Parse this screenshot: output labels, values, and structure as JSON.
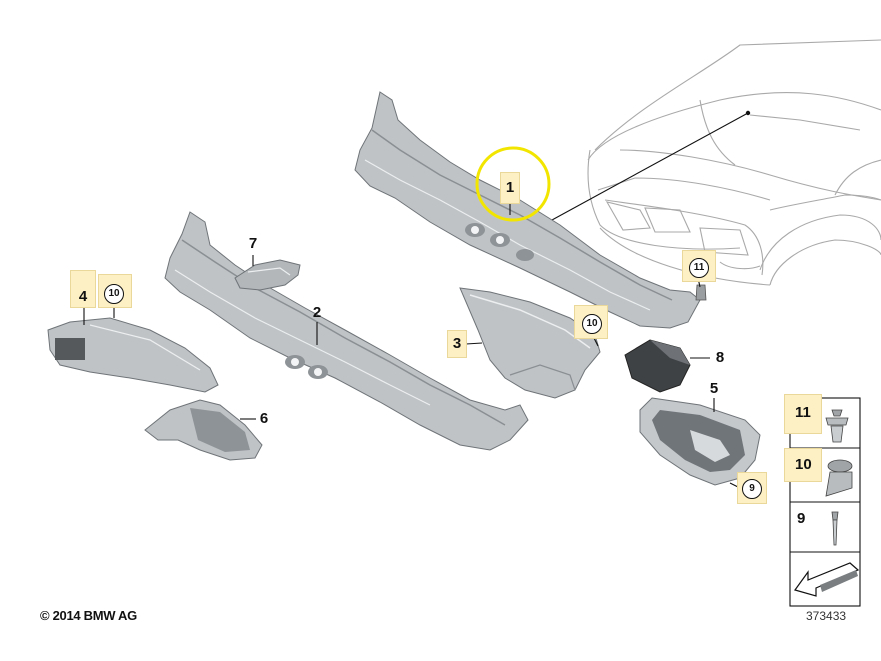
{
  "labels": {
    "p1": "1",
    "p2": "2",
    "p3": "3",
    "p4": "4",
    "p5": "5",
    "p6": "6",
    "p7": "7",
    "p8": "8",
    "c9": "9",
    "c10a": "10",
    "c10b": "10",
    "c11": "11"
  },
  "legend": {
    "r1": "11",
    "r2": "10",
    "r3": "9"
  },
  "copyright": "© 2014 BMW AG",
  "ref_number": "373433",
  "colors": {
    "highlight_circle": "#f2e600",
    "highlight_fill": "#fdf0c4",
    "line": "#111111",
    "car_line": "#a9a9a9",
    "part_fill": "#bfc3c6"
  }
}
